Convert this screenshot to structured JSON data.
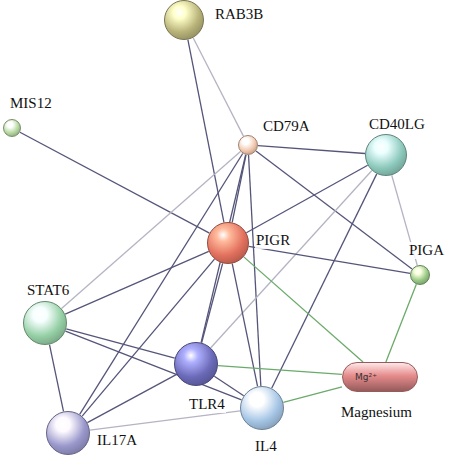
{
  "diagram": {
    "nodes": [
      {
        "text": [
          "RAB3B"
        ]
      },
      {
        "text": [
          "MIS12"
        ]
      },
      {
        "text": [
          "CD79A"
        ]
      },
      {
        "text": [
          "CD40LG"
        ]
      },
      {
        "text": [
          "PIGR"
        ]
      },
      {
        "text": [
          "PIGA"
        ]
      },
      {
        "text": [
          "STAT6"
        ]
      },
      {
        "text": [
          "TLR4"
        ]
      },
      {
        "text": [
          "IL4"
        ]
      },
      {
        "text": [
          "IL17A"
        ]
      },
      {
        "text": [
          "Mg²⁺",
          "Magnesium"
        ]
      }
    ],
    "edges": [
      {
        "from": 0,
        "to": 4,
        "arrow": "none"
      },
      {
        "from": 0,
        "to": 2,
        "arrow": "none"
      },
      {
        "from": 1,
        "to": 4,
        "arrow": "none"
      },
      {
        "from": 2,
        "to": 4,
        "arrow": "none"
      },
      {
        "from": 2,
        "to": 3,
        "arrow": "none"
      },
      {
        "from": 2,
        "to": 5,
        "arrow": "none"
      },
      {
        "from": 2,
        "to": 6,
        "arrow": "none"
      },
      {
        "from": 2,
        "to": 7,
        "arrow": "none"
      },
      {
        "from": 2,
        "to": 8,
        "arrow": "none"
      },
      {
        "from": 2,
        "to": 9,
        "arrow": "none"
      },
      {
        "from": 3,
        "to": 4,
        "arrow": "none"
      },
      {
        "from": 3,
        "to": 7,
        "arrow": "none"
      },
      {
        "from": 3,
        "to": 8,
        "arrow": "none"
      },
      {
        "from": 3,
        "to": 5,
        "arrow": "none"
      },
      {
        "from": 4,
        "to": 5,
        "arrow": "none"
      },
      {
        "from": 4,
        "to": 6,
        "arrow": "none"
      },
      {
        "from": 4,
        "to": 7,
        "arrow": "none"
      },
      {
        "from": 4,
        "to": 8,
        "arrow": "none"
      },
      {
        "from": 4,
        "to": 9,
        "arrow": "none"
      },
      {
        "from": 4,
        "to": 10,
        "arrow": "none"
      },
      {
        "from": 6,
        "to": 7,
        "arrow": "none"
      },
      {
        "from": 6,
        "to": 8,
        "arrow": "none"
      },
      {
        "from": 6,
        "to": 9,
        "arrow": "none"
      },
      {
        "from": 7,
        "to": 8,
        "arrow": "none"
      },
      {
        "from": 7,
        "to": 9,
        "arrow": "none"
      },
      {
        "from": 7,
        "to": 10,
        "arrow": "none"
      },
      {
        "from": 8,
        "to": 9,
        "arrow": "none"
      },
      {
        "from": 8,
        "to": 10,
        "arrow": "none"
      },
      {
        "from": 5,
        "to": 10,
        "arrow": "none"
      }
    ]
  }
}
